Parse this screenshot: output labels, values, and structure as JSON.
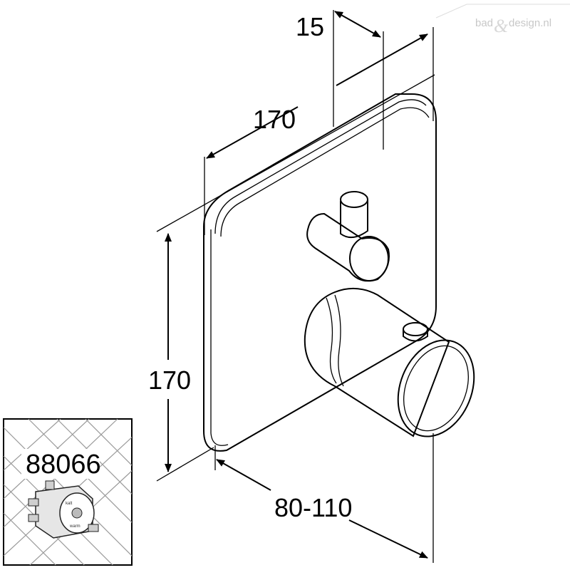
{
  "watermark": {
    "left": "bad",
    "ampersand": "&",
    "right": "design.nl"
  },
  "dimensions": {
    "depth_top": "15",
    "width": "170",
    "height": "170",
    "projection": "80-110"
  },
  "inset": {
    "part_number": "88066",
    "label_1": "warm",
    "label_2": "kalt"
  },
  "colors": {
    "line": "#000000",
    "background": "#ffffff",
    "watermark": "#c8c8c8",
    "hatch": "#9a9a9a"
  }
}
